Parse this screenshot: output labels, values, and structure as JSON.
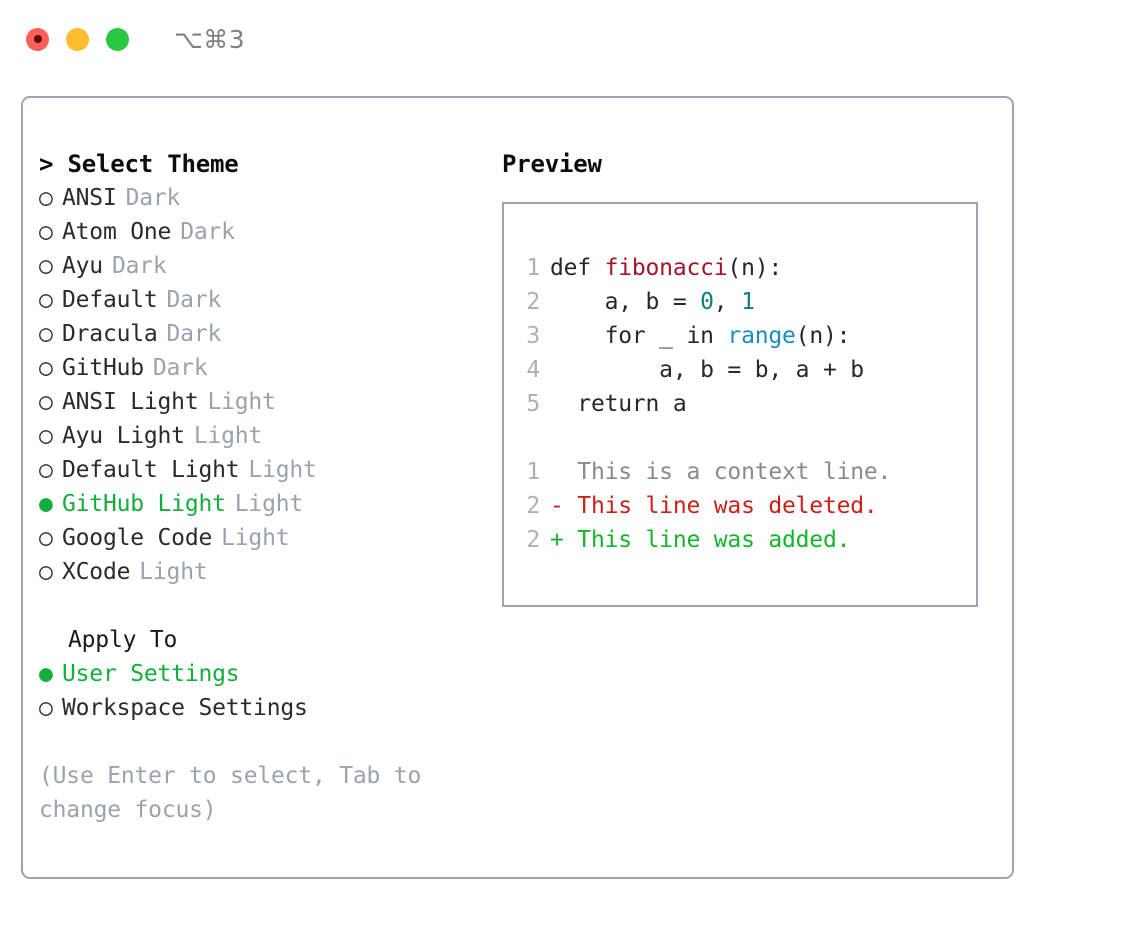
{
  "titlebar": {
    "traffic_lights": [
      "close-red",
      "minimize-yellow",
      "maximize-green"
    ],
    "shortcut": "⌥⌘3"
  },
  "theme_picker": {
    "heading": "> Select Theme",
    "marker_selected": "●",
    "marker_unselected": "○",
    "selected_theme": "GitHub Light",
    "accent_color": "#14ae3c",
    "badge_color": "#9aa3ad",
    "themes": [
      {
        "name": "ANSI",
        "badge": "Dark",
        "selected": false
      },
      {
        "name": "Atom One",
        "badge": "Dark",
        "selected": false
      },
      {
        "name": "Ayu",
        "badge": "Dark",
        "selected": false
      },
      {
        "name": "Default",
        "badge": "Dark",
        "selected": false
      },
      {
        "name": "Dracula",
        "badge": "Dark",
        "selected": false
      },
      {
        "name": "GitHub",
        "badge": "Dark",
        "selected": false
      },
      {
        "name": "ANSI Light",
        "badge": "Light",
        "selected": false
      },
      {
        "name": "Ayu Light",
        "badge": "Light",
        "selected": false
      },
      {
        "name": "Default Light",
        "badge": "Light",
        "selected": false
      },
      {
        "name": "GitHub Light",
        "badge": "Light",
        "selected": true
      },
      {
        "name": "Google Code",
        "badge": "Light",
        "selected": false
      },
      {
        "name": "XCode",
        "badge": "Light",
        "selected": false
      }
    ]
  },
  "apply_to": {
    "heading": "Apply To",
    "selected_target": "User Settings",
    "options": [
      {
        "label": "User Settings",
        "selected": true
      },
      {
        "label": "Workspace Settings",
        "selected": false
      }
    ]
  },
  "hint": "(Use Enter to select, Tab to change focus)",
  "preview": {
    "heading": "Preview",
    "border_color": "#9aa5b1",
    "code_lines": [
      {
        "no": "1",
        "segments": [
          {
            "text": "def ",
            "tone": "plain"
          },
          {
            "text": "fibonacci",
            "tone": "function"
          },
          {
            "text": "(n):",
            "tone": "plain"
          }
        ]
      },
      {
        "no": "2",
        "segments": [
          {
            "text": "    a, b = ",
            "tone": "plain"
          },
          {
            "text": "0",
            "tone": "number"
          },
          {
            "text": ", ",
            "tone": "plain"
          },
          {
            "text": "1",
            "tone": "number"
          }
        ]
      },
      {
        "no": "3",
        "segments": [
          {
            "text": "    for _ in ",
            "tone": "plain"
          },
          {
            "text": "range",
            "tone": "call"
          },
          {
            "text": "(n):",
            "tone": "plain"
          }
        ]
      },
      {
        "no": "4",
        "segments": [
          {
            "text": "        a, b = b, a + b",
            "tone": "plain"
          }
        ]
      },
      {
        "no": "5",
        "segments": [
          {
            "text": "  return a",
            "tone": "plain"
          }
        ]
      }
    ],
    "diff_lines": [
      {
        "no": "1",
        "marker": "  ",
        "text": "This is a context line.",
        "kind": "context"
      },
      {
        "no": "2",
        "marker": "- ",
        "text": "This line was deleted.",
        "kind": "deleted"
      },
      {
        "no": "2",
        "marker": "+ ",
        "text": "This line was added.",
        "kind": "added"
      }
    ],
    "colors": {
      "function": "#a3162a",
      "number": "#0c7f7f",
      "call": "#1a8cc0",
      "plain": "#24292e",
      "lineno": "#a8b0ba",
      "context": "#8a8a8a",
      "deleted": "#cc2118",
      "added": "#13b52c"
    }
  }
}
